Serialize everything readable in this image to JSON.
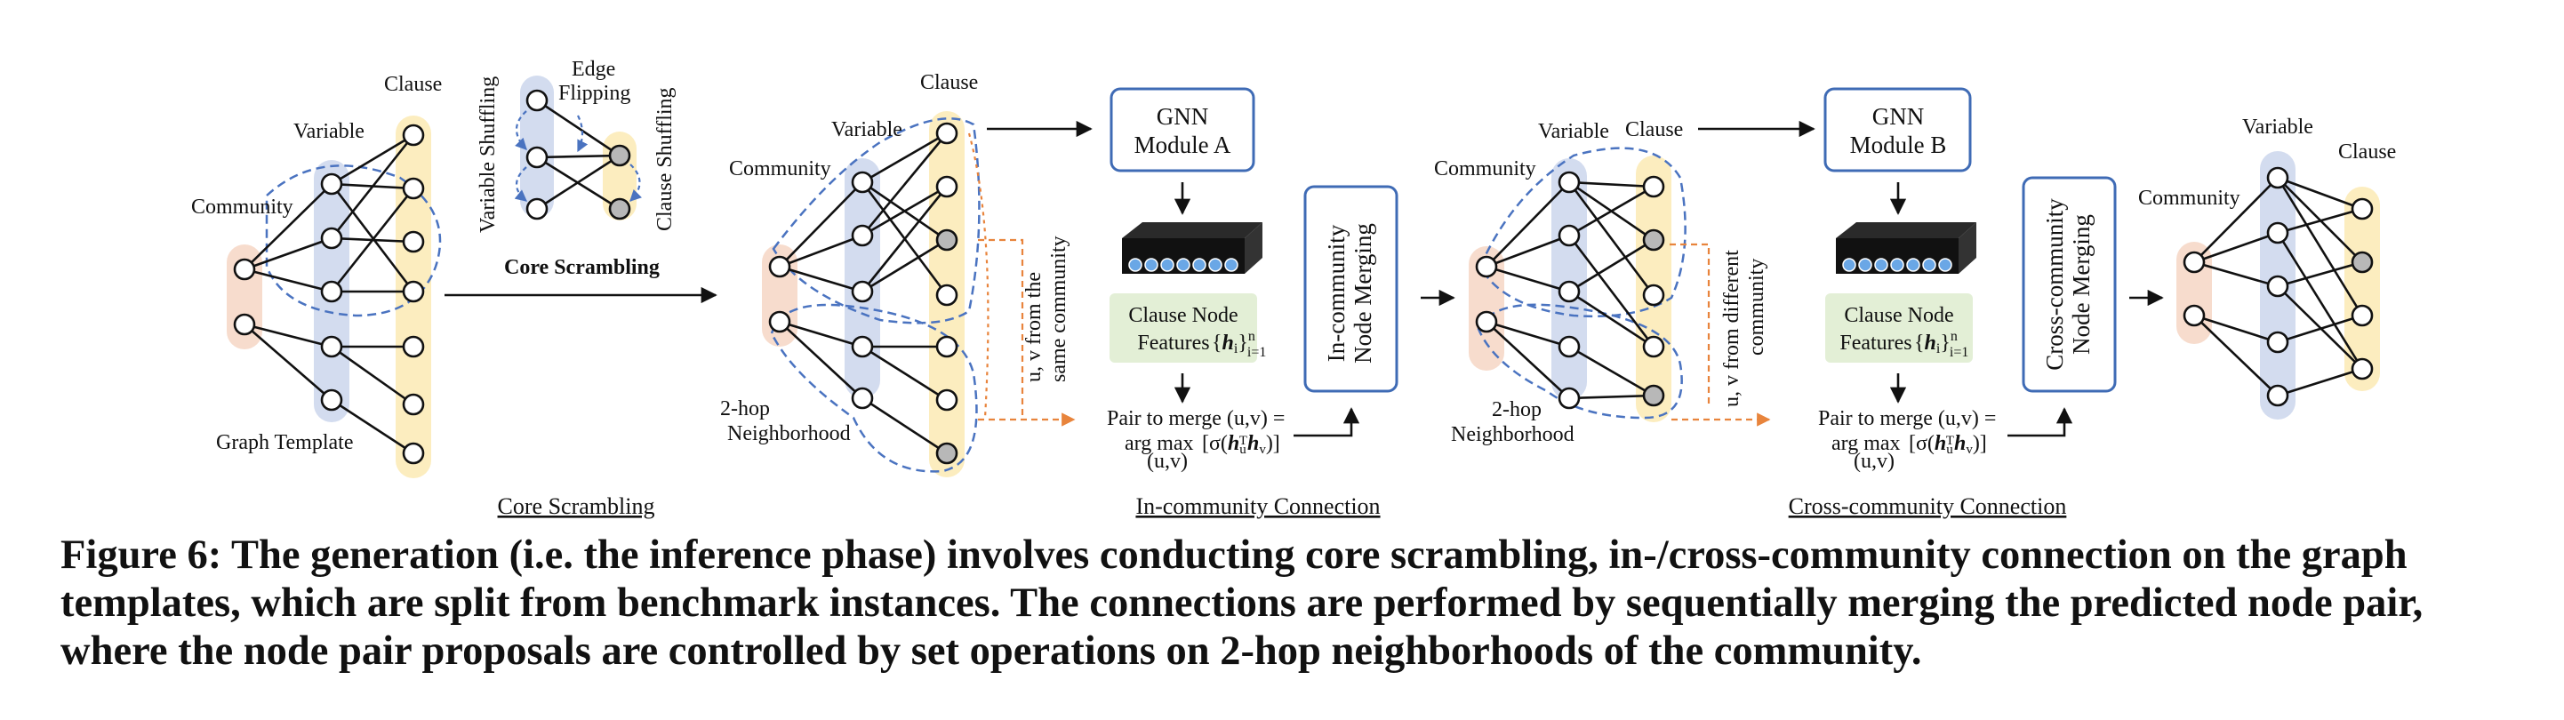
{
  "labels": {
    "clause": "Clause",
    "variable": "Variable",
    "community": "Community",
    "graph_template": "Graph Template",
    "edge_flipping_1": "Edge",
    "edge_flipping_2": "Flipping",
    "variable_shuffling": "Variable Shuffling",
    "clause_shuffling": "Clause Shuffling",
    "core_scrambling_inset": "Core Scrambling",
    "two_hop_1": "2-hop",
    "two_hop_2": "Neighborhood",
    "same_comm_1": "u, v from the",
    "same_comm_2": "same community",
    "diff_comm_1": "u, v from different",
    "diff_comm_2": "community"
  },
  "modules": {
    "gnn_a_1": "GNN",
    "gnn_a_2": "Module A",
    "gnn_b_1": "GNN",
    "gnn_b_2": "Module B",
    "in_merge_1": "In-community",
    "in_merge_2": "Node Merging",
    "cross_merge_1": "Cross-community",
    "cross_merge_2": "Node Merging",
    "clause_feat_1": "Clause Node",
    "clause_feat_2": "Features",
    "pair_merge_1": "Pair to merge (u,v) =",
    "pair_merge_2": "arg max",
    "pair_merge_sub": "(u,v)"
  },
  "sections": {
    "core": "Core Scrambling",
    "in": "In-community Connection",
    "cross": "Cross-community Connection"
  },
  "caption": "Figure 6: The generation (i.e. the inference phase) involves conducting core scrambling, in-/cross-community connection on the graph templates, which are split from benchmark instances. The connections are performed by sequentially merging the predicted node pair, where the node pair proposals are controlled by set operations on 2-hop neighborhoods of the community.",
  "colors": {
    "community": "#f7dccd",
    "variable": "#d3dcef",
    "clause": "#fcedbf",
    "node_gray": "#b8b8b8",
    "module_border": "#3f6bb5",
    "feature_box": "#e3efd6",
    "dashed_blue": "#4a73c0",
    "dashed_orange": "#e8843c"
  }
}
